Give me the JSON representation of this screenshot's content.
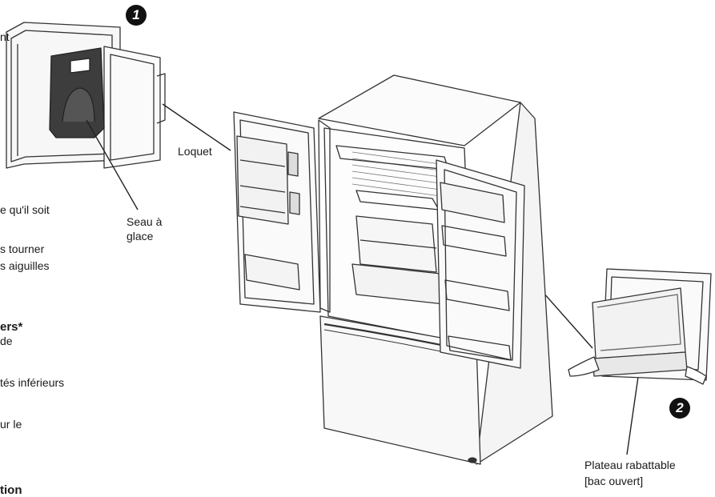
{
  "left_text": {
    "cut_top_fragment": "nt",
    "line1": "e qu'il soit",
    "line2": "s tourner",
    "line3": "s aiguilles",
    "heading": "ers*",
    "line4": "de",
    "line5": "tés inférieurs",
    "line6": "ur le",
    "cut_bottom_fragment": "tion"
  },
  "labels": {
    "latch": "Loquet",
    "ice_bucket_line1": "Seau à",
    "ice_bucket_line2": "glace",
    "tray_line1": "Plateau rabattable",
    "tray_line2": "[bac ouvert]"
  },
  "badges": {
    "step1": "1",
    "step2": "2"
  }
}
